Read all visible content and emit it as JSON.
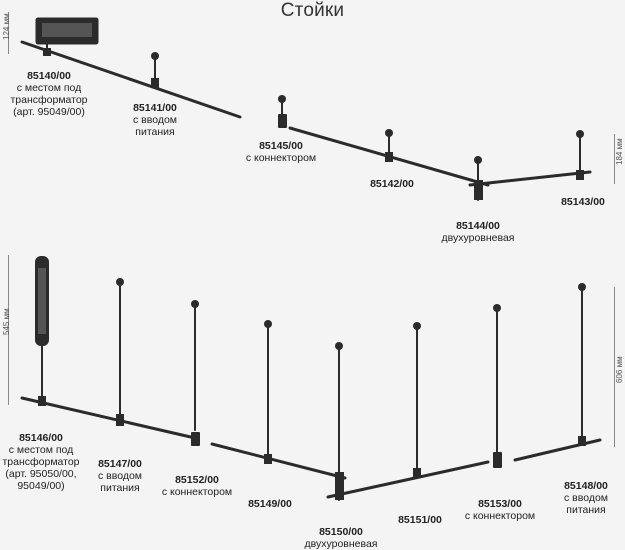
{
  "title": "Стойки",
  "dimensions": {
    "d124": "124 мм",
    "d184": "184 мм",
    "d545": "545 мм",
    "d606": "606 мм"
  },
  "products": [
    {
      "code": "85140/00",
      "desc": "с местом под трансформатор (арт. 95049/00)"
    },
    {
      "code": "85141/00",
      "desc": "с вводом питания"
    },
    {
      "code": "85145/00",
      "desc": "с коннектором"
    },
    {
      "code": "85142/00",
      "desc": ""
    },
    {
      "code": "85144/00",
      "desc": "двухуровневая"
    },
    {
      "code": "85143/00",
      "desc": ""
    },
    {
      "code": "85146/00",
      "desc": "с местом под трансформатор (арт. 95050/00, 95049/00)"
    },
    {
      "code": "85147/00",
      "desc": "с вводом питания"
    },
    {
      "code": "85152/00",
      "desc": "с коннектором"
    },
    {
      "code": "85149/00",
      "desc": ""
    },
    {
      "code": "85150/00",
      "desc": "двухуровневая"
    },
    {
      "code": "85151/00",
      "desc": ""
    },
    {
      "code": "85153/00",
      "desc": "с коннектором"
    },
    {
      "code": "85148/00",
      "desc": "с вводом питания"
    }
  ],
  "colors": {
    "fixture": "#2b2b2b",
    "background": "#f4f4f4"
  }
}
